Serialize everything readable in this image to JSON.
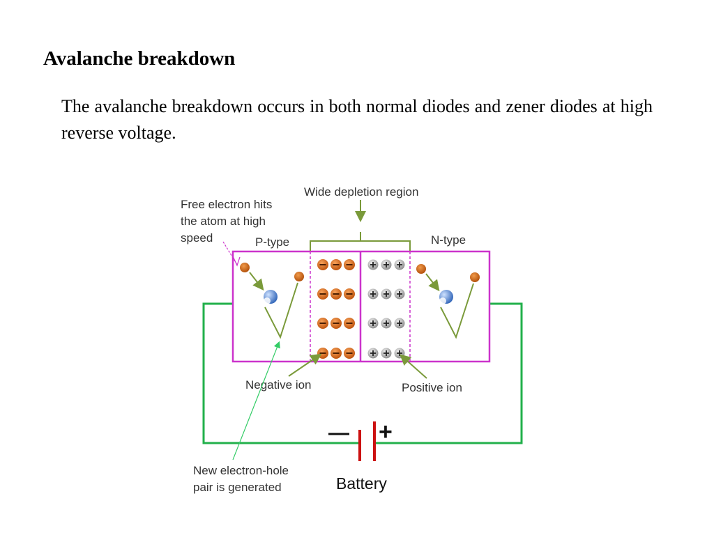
{
  "slide": {
    "title": "Avalanche breakdown",
    "paragraph": "The avalanche breakdown occurs in both normal diodes and zener diodes at high reverse voltage."
  },
  "diagram": {
    "labels": {
      "wide_depletion": "Wide depletion region",
      "free_electron_1": "Free electron hits",
      "free_electron_2": "the atom at high",
      "free_electron_3": "speed",
      "p_type": "P-type",
      "n_type": "N-type",
      "negative_ion": "Negative ion",
      "positive_ion": "Positive ion",
      "new_pair_1": "New electron-hole",
      "new_pair_2": "pair is generated",
      "battery": "Battery",
      "battery_minus": "—",
      "battery_plus": "+"
    },
    "ion_rows": 4,
    "ions_per_row": 3,
    "colors": {
      "junction_border": "#cc33cc",
      "wire": "#22b04b",
      "annotation_arrow": "#7a9a3a",
      "pointer_arrow": "#33cc66",
      "negative_ion": "#e07018",
      "positive_ion": "#b8b8b8",
      "atom": "#5b8fd6",
      "electron": "#d2691e",
      "battery_plate": "#cc1111"
    }
  }
}
